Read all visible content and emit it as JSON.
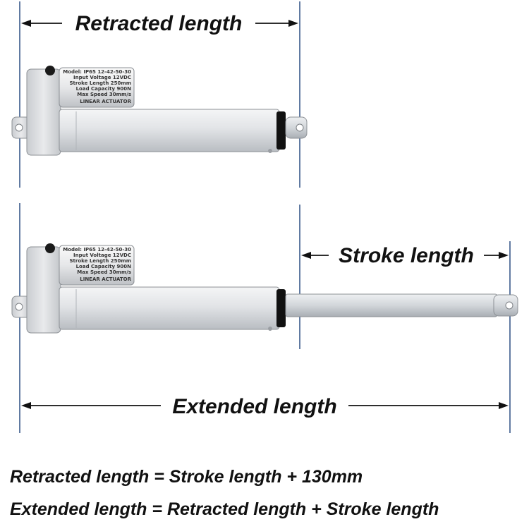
{
  "dimensions": {
    "retracted": "Retracted length",
    "stroke": "Stroke length",
    "extended": "Extended length"
  },
  "actuator_label": {
    "title": "LINEAR ACTUATOR",
    "lines": [
      "Model: IP65 12-42-50-30",
      "Input Voltage 12VDC",
      "Stroke Length 250mm",
      "Load Capacity 900N",
      "Max Speed 30mm/s"
    ]
  },
  "formulas": {
    "retracted": "Retracted length = Stroke length + 130mm",
    "extended": "Extended length = Retracted length + Stroke length"
  },
  "colors": {
    "guide_line": "#3a5a8a",
    "arrow": "#111111",
    "housing": "#dfe1e4",
    "rod": "#d4d8dc",
    "seal": "#111111",
    "text": "#111111"
  }
}
